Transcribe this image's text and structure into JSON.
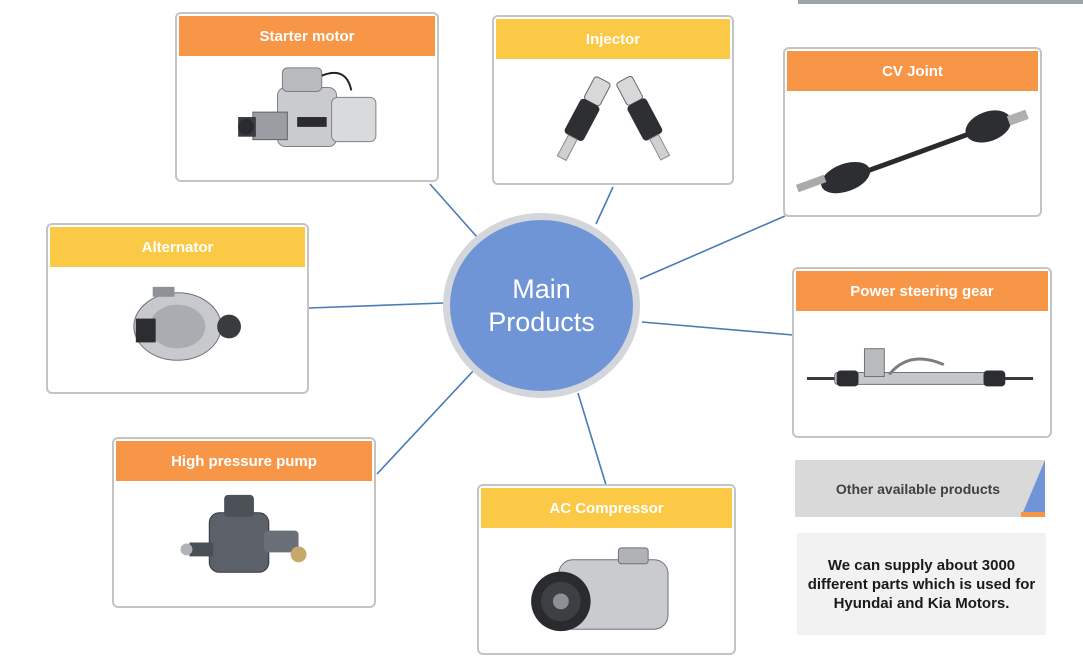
{
  "hub": {
    "line1": "Main",
    "line2": "Products",
    "fill_color": "#6f95d6",
    "ring_color": "#d3d6da"
  },
  "colors": {
    "orange": "#f79646",
    "yellow": "#fcc946",
    "connector": "#4a7bb5",
    "card_border": "#c4c4c4"
  },
  "products": [
    {
      "id": "starter-motor",
      "label": "Starter motor",
      "header_color": "orange",
      "icon": "starter-motor-icon"
    },
    {
      "id": "injector",
      "label": "Injector",
      "header_color": "yellow",
      "icon": "injector-icon"
    },
    {
      "id": "cv-joint",
      "label": "CV Joint",
      "header_color": "orange",
      "icon": "cv-joint-icon"
    },
    {
      "id": "alternator",
      "label": "Alternator",
      "header_color": "yellow",
      "icon": "alternator-icon"
    },
    {
      "id": "power-steering-gear",
      "label": "Power steering gear",
      "header_color": "orange",
      "icon": "steering-rack-icon"
    },
    {
      "id": "high-pressure-pump",
      "label": "High pressure pump",
      "header_color": "orange",
      "icon": "pump-gearbox-icon"
    },
    {
      "id": "ac-compressor",
      "label": "AC Compressor",
      "header_color": "yellow",
      "icon": "ac-compressor-icon"
    }
  ],
  "other": {
    "label": "Other available products",
    "corner_color": "#6f95d6"
  },
  "info": {
    "text": "We can supply about 3000 different parts which is used for Hyundai and Kia Motors."
  }
}
